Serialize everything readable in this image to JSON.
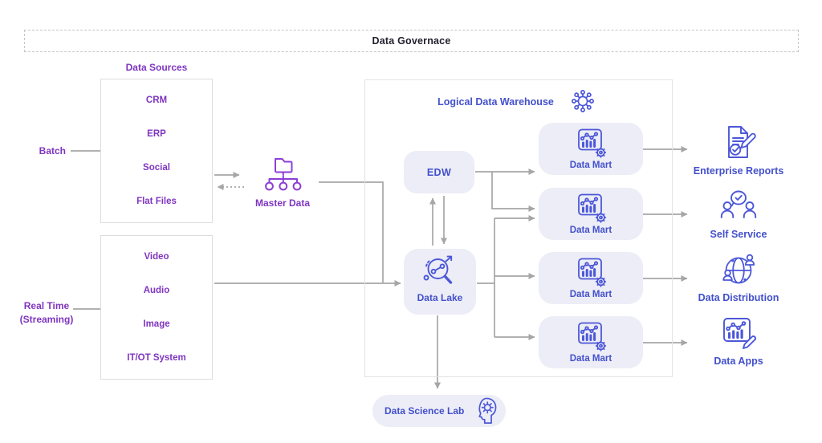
{
  "colors": {
    "purple": "#7F35C0",
    "purple-icon": "#8B3FD6",
    "blue": "#4350CC",
    "icon-blue": "#4C57D8",
    "arrow": "#A6A6A6",
    "panel": "#ECEDF6",
    "title": "#1F1F2E"
  },
  "governance": {
    "title": "Data Governace"
  },
  "sources": {
    "heading": "Data Sources",
    "batch_label": "Batch",
    "realtime_line1": "Real Time",
    "realtime_line2": "(Streaming)",
    "batch_items": [
      "CRM",
      "ERP",
      "Social",
      "Flat Files"
    ],
    "stream_items": [
      "Video",
      "Audio",
      "Image",
      "IT/OT System"
    ]
  },
  "master_data": {
    "label": "Master Data",
    "icon": "folder-hierarchy-icon"
  },
  "warehouse": {
    "title": "Logical Data Warehouse",
    "icon": "network-hub-icon",
    "edw": {
      "label": "EDW"
    },
    "data_lake": {
      "label": "Data Lake",
      "icon": "magnifier-data-icon"
    },
    "marts": [
      {
        "label": "Data Mart",
        "icon": "chart-gear-icon"
      },
      {
        "label": "Data Mart",
        "icon": "chart-gear-icon"
      },
      {
        "label": "Data Mart",
        "icon": "chart-gear-icon"
      },
      {
        "label": "Data Mart",
        "icon": "chart-gear-icon"
      }
    ]
  },
  "outputs": [
    {
      "label": "Enterprise Reports",
      "icon": "report-check-pencil-icon"
    },
    {
      "label": "Self Service",
      "icon": "people-chat-check-icon"
    },
    {
      "label": "Data Distribution",
      "icon": "globe-users-icon"
    },
    {
      "label": "Data Apps",
      "icon": "chart-pencil-icon"
    }
  ],
  "science_lab": {
    "label": "Data Science Lab",
    "icon": "head-gear-icon"
  }
}
